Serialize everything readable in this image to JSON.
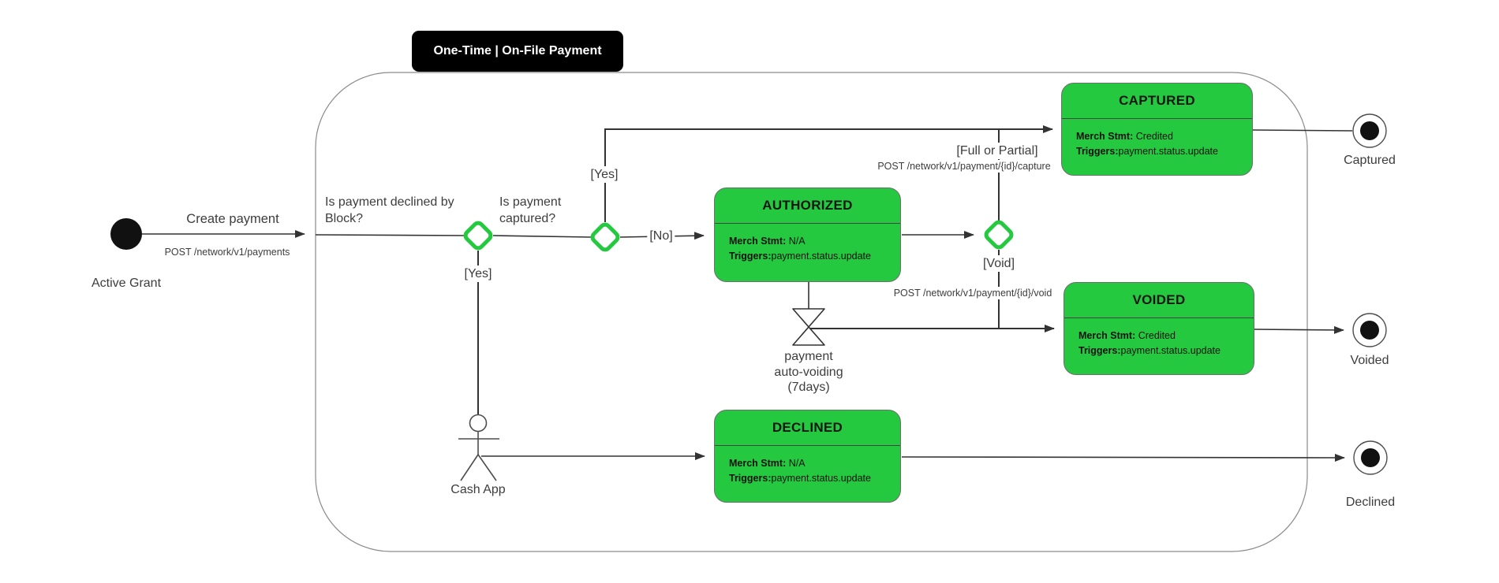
{
  "colors": {
    "state_green": "#24C93F",
    "banner_bg": "#000000",
    "banner_text": "#FFFFFF",
    "line": "#333333",
    "text": "#3D3D3D",
    "container_border": "#8A8A8A",
    "box_border": "#6E6E6E",
    "divider": "#444444",
    "state_text": "#111111"
  },
  "banner": {
    "title": "One-Time | On-File Payment"
  },
  "start": {
    "label": "Active Grant"
  },
  "labels": {
    "create_payment": "Create payment",
    "post_payments": "POST /network/v1/payments",
    "q_declined_l1": "Is payment declined by",
    "q_declined_l2": "Block?",
    "q_captured_l1": "Is payment",
    "q_captured_l2": "captured?",
    "yes_down": "[Yes]",
    "yes_up": "[Yes]",
    "no": "[No]",
    "full_or_partial": "[Full or Partial]",
    "post_capture": "POST /network/v1/payment/{id}/capture",
    "void": "[Void]",
    "post_void": "POST /network/v1/payment/{id}/void",
    "auto_void_l1": "payment",
    "auto_void_l2": "auto-voiding",
    "auto_void_l3": "(7days)",
    "actor": "Cash App"
  },
  "states": {
    "authorized": {
      "title": "AUTHORIZED",
      "merch_label": "Merch Stmt:",
      "merch_value": "N/A",
      "triggers_label": "Triggers:",
      "triggers_value": "payment.status.update"
    },
    "captured": {
      "title": "CAPTURED",
      "merch_label": "Merch Stmt:",
      "merch_value": "Credited",
      "triggers_label": "Triggers:",
      "triggers_value": "payment.status.update"
    },
    "voided": {
      "title": "VOIDED",
      "merch_label": "Merch Stmt:",
      "merch_value": "Credited",
      "triggers_label": "Triggers:",
      "triggers_value": "payment.status.update"
    },
    "declined": {
      "title": "DECLINED",
      "merch_label": "Merch Stmt:",
      "merch_value": "N/A",
      "triggers_label": "Triggers:",
      "triggers_value": "payment.status.update"
    }
  },
  "ends": {
    "captured": "Captured",
    "voided": "Voided",
    "declined": "Declined"
  }
}
